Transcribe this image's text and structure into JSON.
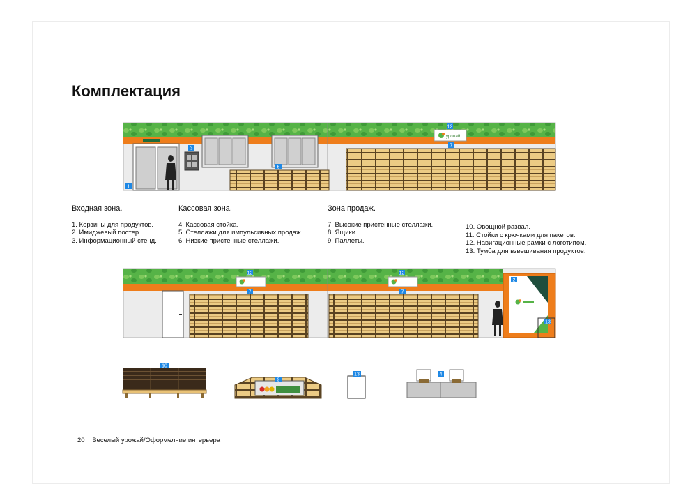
{
  "title": "Комплектация",
  "zones": [
    {
      "heading": "Входная зона.",
      "items": [
        "1. Корзины для продуктов.",
        "2. Имиджевый постер.",
        "3. Информационный стенд."
      ]
    },
    {
      "heading": "Кассовая зона.",
      "items": [
        "4. Кассовая стойка.",
        "5. Стеллажи для импульсивных продаж.",
        "6. Низкие пристенные стеллажи."
      ]
    },
    {
      "heading": "Зона продаж.",
      "items": [
        "7. Высокие пристенные стеллажи.",
        "8. Ящики.",
        "9. Паллеты."
      ]
    },
    {
      "heading": "",
      "items": [
        "10. Овощной развал.",
        "11. Стойки с крючками  для пакетов.",
        "12. Навигационные рамки с логотипом.",
        "13. Тумба для взвешивания продуктов."
      ]
    }
  ],
  "markers": [
    "1",
    "2",
    "3",
    "4",
    "6",
    "7",
    "9",
    "10",
    "12",
    "13"
  ],
  "logo_text": "урожай",
  "footer": {
    "page_number": "20",
    "text": "Веселый урожай/Оформелние интерьера"
  },
  "colors": {
    "green": "#56b347",
    "orange": "#ee7d1b",
    "wood": "#e9c276",
    "wall": "#e9e9e9",
    "marker": "#1e88e5",
    "dark_green": "#1f4e3d"
  }
}
